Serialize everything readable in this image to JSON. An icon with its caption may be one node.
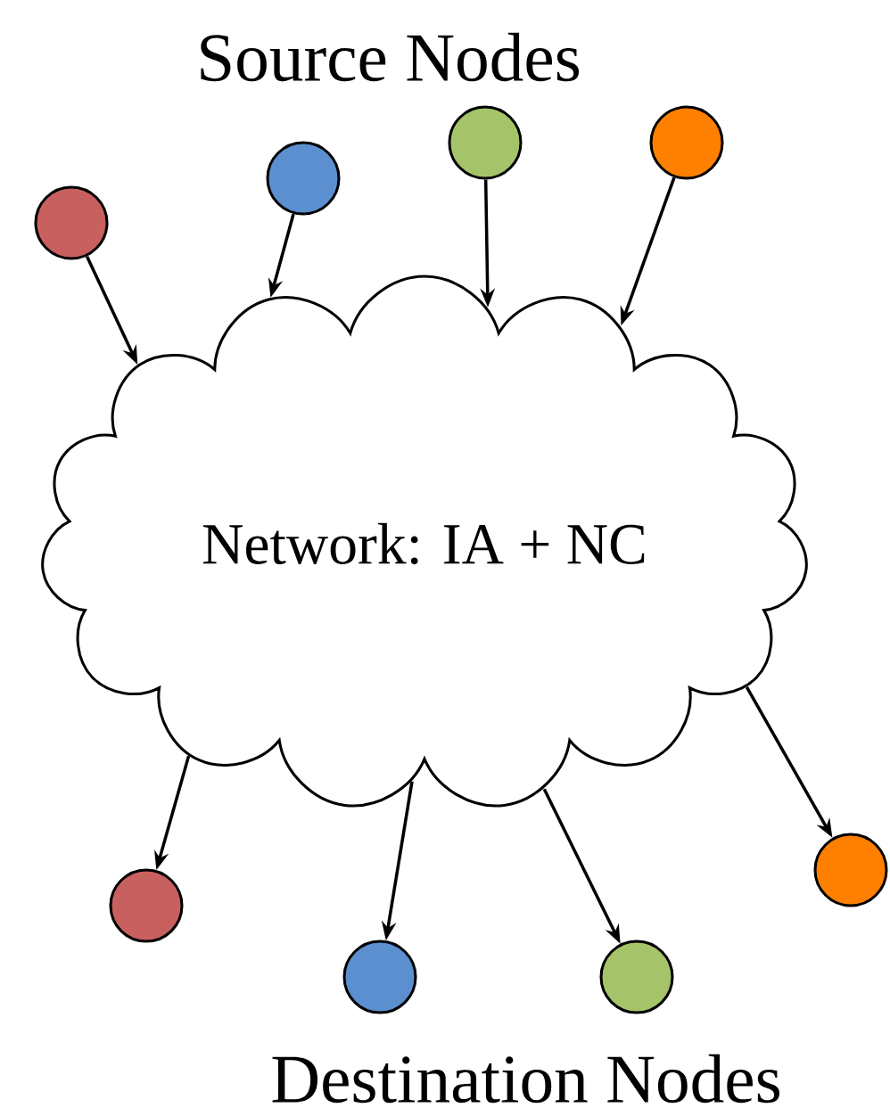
{
  "diagram": {
    "nodes": [
      {
        "text": [
          "Network: IA + NC"
        ]
      },
      {
        "text": [],
        "shape": "circle"
      },
      {
        "text": [],
        "shape": "circle"
      },
      {
        "text": [],
        "shape": "circle"
      },
      {
        "text": [],
        "shape": "circle"
      },
      {
        "text": [],
        "shape": "circle"
      },
      {
        "text": [],
        "shape": "circle"
      },
      {
        "text": [],
        "shape": "circle"
      },
      {
        "text": [],
        "shape": "circle"
      }
    ],
    "edges": [
      {
        "from": 1,
        "to": 0,
        "arrow": "to"
      },
      {
        "from": 2,
        "to": 0,
        "arrow": "to"
      },
      {
        "from": 3,
        "to": 0,
        "arrow": "to"
      },
      {
        "from": 4,
        "to": 0,
        "arrow": "to"
      },
      {
        "from": 0,
        "to": 5,
        "arrow": "to"
      },
      {
        "from": 0,
        "to": 6,
        "arrow": "to"
      },
      {
        "from": 0,
        "to": 7,
        "arrow": "to"
      },
      {
        "from": 0,
        "to": 8,
        "arrow": "to"
      }
    ],
    "labels": [
      "Source Nodes",
      "Destination Nodes"
    ]
  }
}
